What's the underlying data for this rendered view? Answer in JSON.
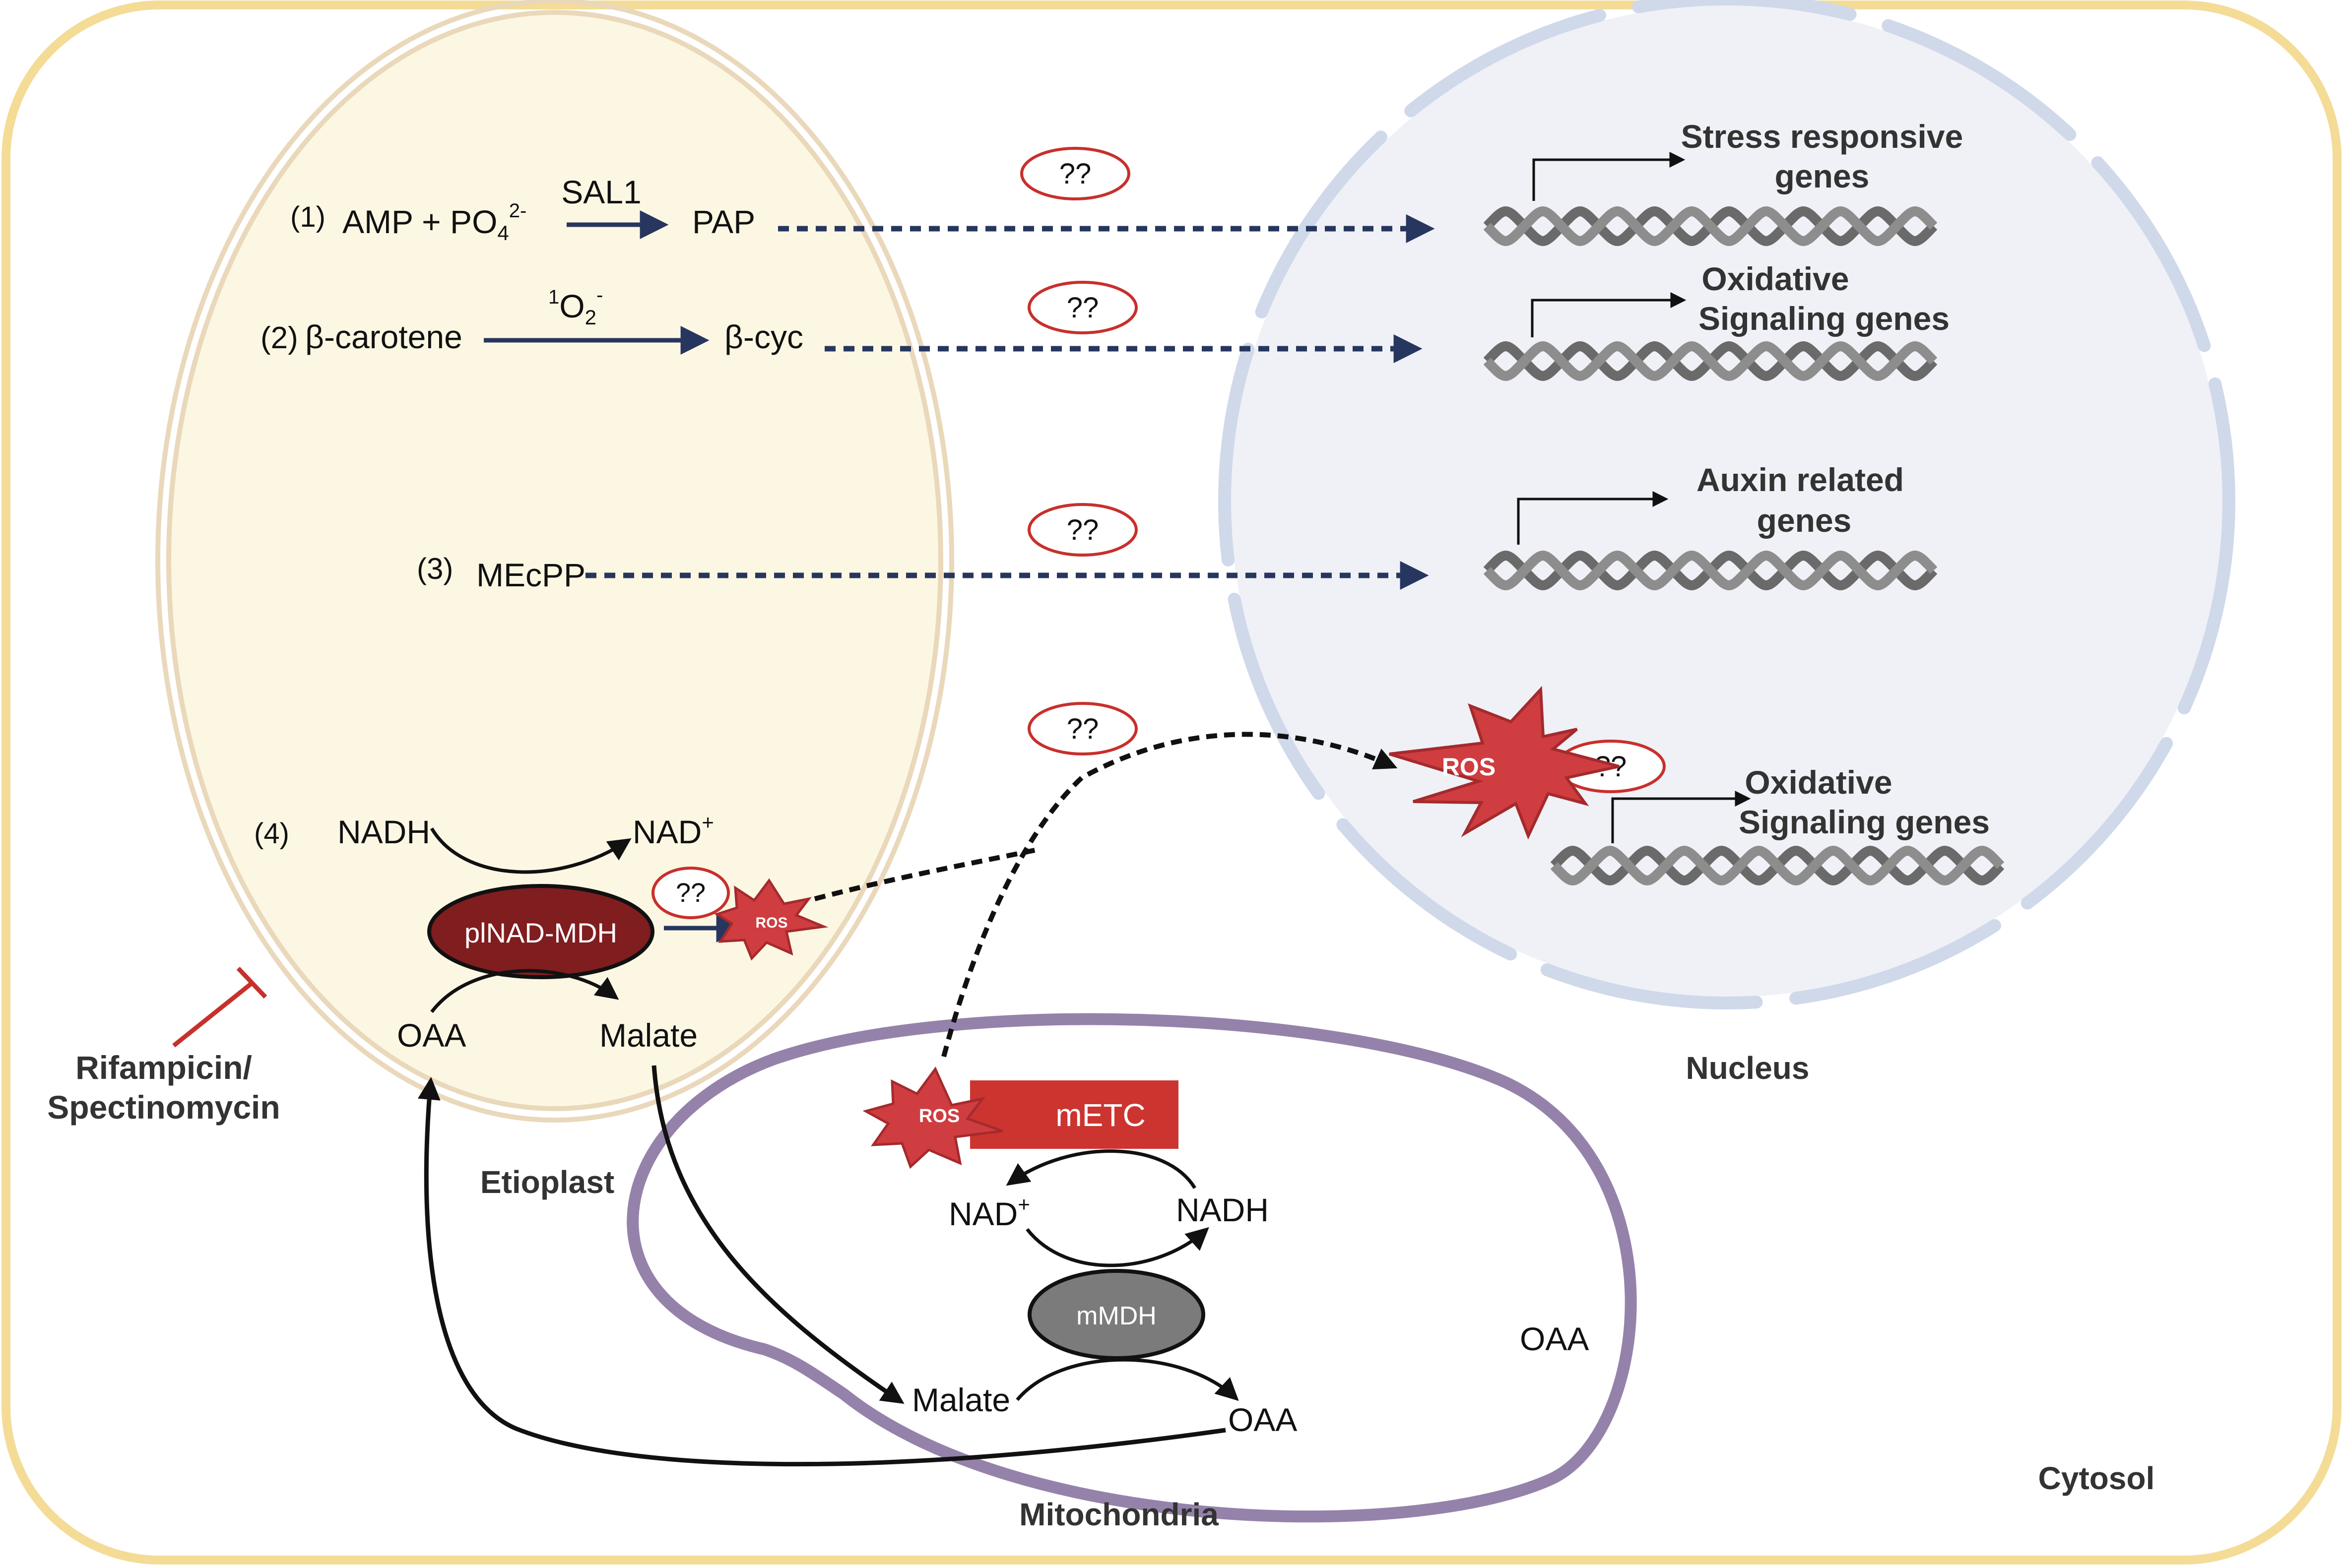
{
  "compartments": {
    "cytosol": "Cytosol",
    "etioplast": "Etioplast",
    "nucleus": "Nucleus",
    "mitochondria": "Mitochondria"
  },
  "pathway1": {
    "num": "(1)",
    "substrate": "AMP + PO",
    "sub": "4",
    "sup": "2-",
    "enzyme": "SAL1",
    "product": "PAP"
  },
  "pathway2": {
    "num": "(2)",
    "substrate": "β-carotene",
    "trigger_pre": "1",
    "trigger": "O",
    "trigger_sub": "2",
    "trigger_sup": "-",
    "product": "β-cyc"
  },
  "pathway3": {
    "num": "(3)",
    "product": "MEcPP"
  },
  "pathway4": {
    "num": "(4)",
    "nadh": "NADH",
    "nad": "NAD",
    "nad_sup": "+",
    "enzyme": "plNAD-MDH",
    "oaa": "OAA",
    "malate": "Malate",
    "ros": "ROS"
  },
  "inhibitor": {
    "line1": "Rifampicin/",
    "line2": "Spectinomycin"
  },
  "unknown_label": "??",
  "genes": [
    {
      "line1": "Stress responsive",
      "line2": "genes"
    },
    {
      "line1": "Oxidative",
      "line2": "Signaling genes"
    },
    {
      "line1": "Auxin related",
      "line2": "genes"
    },
    {
      "line1": "Oxidative",
      "line2": "Signaling genes"
    }
  ],
  "nucleus_ros": "ROS",
  "mito": {
    "etc": "mETC",
    "ros": "ROS",
    "nad": "NAD",
    "nad_sup": "+",
    "nadh": "NADH",
    "enzyme": "mMDH",
    "malate": "Malate",
    "oaa": "OAA",
    "oaa_free": "OAA"
  },
  "colors": {
    "cytosol_border": "#f4dc97",
    "etioplast_fill": "#fcf7e3",
    "etioplast_border": "#ead8bb",
    "nucleus_fill": "#eff1f6",
    "nucleus_border": "#cfd9ea",
    "mito_border": "#9582aa",
    "arrow_navy": "#27365e",
    "ros_red": "#cf3d40",
    "plnad_fill": "#801d1f",
    "metc_fill": "#cc3430",
    "mmdh_fill": "#7b7b7b",
    "question_border": "#c8302c",
    "inhibitor": "#c8302c"
  },
  "icons": [
    "dna-helix-icon",
    "gene-promoter-arrow-icon",
    "ros-starburst-icon",
    "inhibition-tbar-icon"
  ]
}
